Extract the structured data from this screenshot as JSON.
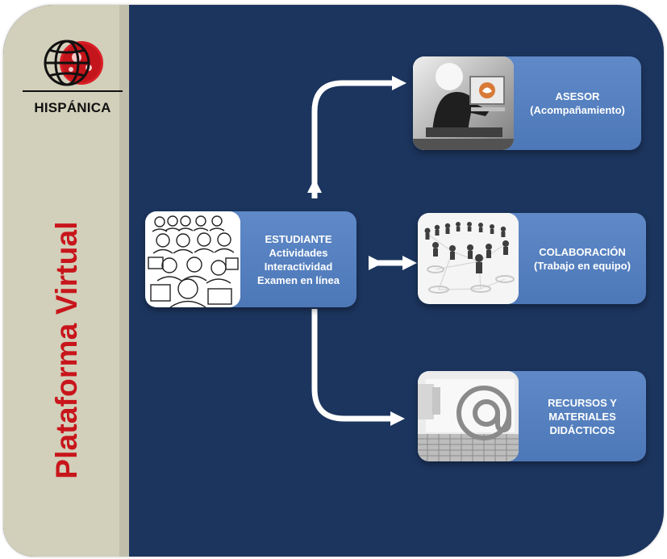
{
  "brand": {
    "name": "HISPÁNICA",
    "logo_icon": "globe-icon"
  },
  "title": "Plataforma Virtual",
  "nodes": {
    "student": {
      "lines": [
        "ESTUDIANTE",
        "Actividades",
        "Interactividad",
        "Examen en línea"
      ],
      "image_icon": "classroom-icon"
    },
    "advisor": {
      "lines": [
        "ASESOR",
        "(Acompañamiento)"
      ],
      "image_icon": "tutor-computer-icon"
    },
    "collaboration": {
      "lines": [
        "COLABORACIÓN",
        "(Trabajo en equipo)"
      ],
      "image_icon": "network-people-icon"
    },
    "resources": {
      "lines": [
        "RECURSOS Y",
        "MATERIALES",
        "DIDÁCTICOS"
      ],
      "image_icon": "at-sign-icon"
    }
  },
  "colors": {
    "background": "#1c355e",
    "side_panel": "#d2cfba",
    "title_red": "#c8151b",
    "node_blue": "#5b85c4",
    "connector": "#ffffff"
  }
}
